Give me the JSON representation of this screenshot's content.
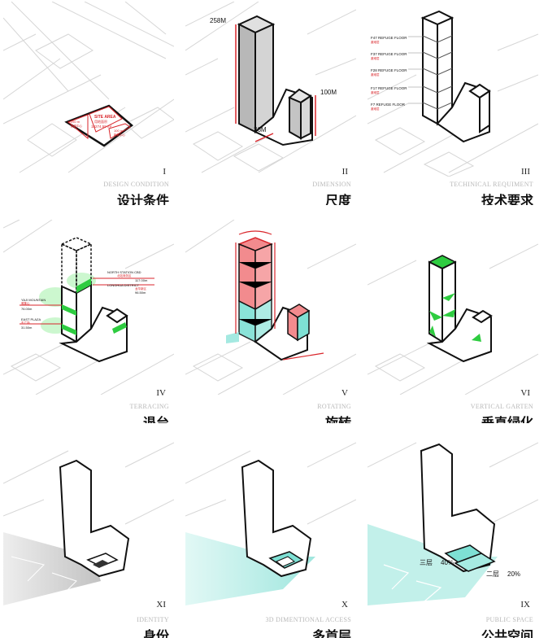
{
  "panels": [
    {
      "numeral": "I",
      "en": "DESIGN CONDITION",
      "cn": "设计条件",
      "labels": {
        "site_area": "SITE AREA",
        "site_area_cn": "用地面积",
        "site_value": "18274.59 m²",
        "left_dim": "250 m",
        "left_dim_cn": "距离中心",
        "right_dim": "100 m",
        "right_dim_cn": "距离中心"
      }
    },
    {
      "numeral": "II",
      "en": "DIMENSION",
      "cn": "尺度",
      "labels": {
        "height_main": "258M",
        "height_podium": "100M",
        "width": "36M"
      }
    },
    {
      "numeral": "III",
      "en": "TECHINICAL REQUIMENT",
      "cn": "技术要求",
      "labels": {
        "f47": "F47 REFUGE FLOOR",
        "f37": "F37 REFUGE FLOOR",
        "f28": "F28 REFUGE FLOOR",
        "f17": "F17 REFUGE FLOOR",
        "f7": "F7 REFUGE FLOOR",
        "refuge_cn": "避难层"
      }
    },
    {
      "numeral": "IV",
      "en": "TERRACING",
      "cn": "退台",
      "labels": {
        "north_station": "NORTH STATION CBD",
        "north_station_cn": "北站商务区",
        "north_value": "117.00m",
        "longhua": "LONGHUA DISTRICT",
        "longhua_cn": "龙华新区",
        "longhua_value": "96.50m",
        "yaji": "YAJI MOUNTAIN",
        "yaji_cn": "雅集山",
        "yaji_value": "76.00m",
        "east_plaza": "EAST PLAZA",
        "east_plaza_cn": "东广场",
        "east_value": "31.50m"
      }
    },
    {
      "numeral": "V",
      "en": "ROTATING",
      "cn": "旋转",
      "labels": {}
    },
    {
      "numeral": "VI",
      "en": "VERTICAL GARTEN",
      "cn": "垂直绿化",
      "labels": {}
    },
    {
      "numeral": "XI",
      "en": "IDENTITY",
      "cn": "身份",
      "labels": {}
    },
    {
      "numeral": "X",
      "en": "3D DIMENTIONAL ACCESS",
      "cn": "多首层",
      "labels": {}
    },
    {
      "numeral": "IX",
      "en": "PUBLIC SPACE",
      "cn": "公共空间",
      "labels": {
        "level3": "三层",
        "level3_pct": "40%",
        "level2": "二层",
        "level2_pct": "20%"
      }
    }
  ],
  "colors": {
    "red": "#d9262b",
    "green": "#2ecc40",
    "teal": "#4fd1c5",
    "grey": "#c8c8c8",
    "line": "#111111",
    "map": "#d6d6d6"
  }
}
